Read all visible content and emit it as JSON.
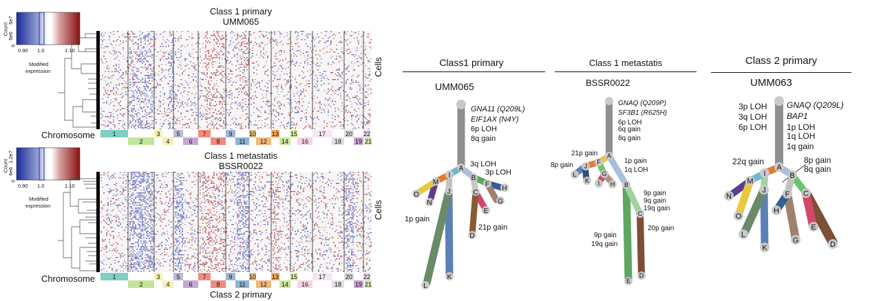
{
  "panels": [
    {
      "title_line1": "Class 1 primary",
      "title_line2": "UMM065",
      "colorbar": {
        "y_axis_title": "Count",
        "y_ticks": [
          "5e7",
          "5e6",
          "0"
        ],
        "x_ticks": [
          "0.90",
          "1.0",
          "1.10"
        ],
        "x_label_1": "Modified",
        "x_label_2": "expression"
      },
      "y_label": "Cells",
      "x_label": "Chromosome"
    },
    {
      "title_line1": "Class 1 metastatis",
      "title_line2": "BSSR0022",
      "colorbar": {
        "y_axis_title": "Count",
        "y_ticks": [
          "1.2e7",
          "6e6",
          "0"
        ],
        "x_ticks": [
          "0.90",
          "1.0",
          "1.10"
        ],
        "x_label_1": "Modified",
        "x_label_2": "expression"
      },
      "y_label": "Cells",
      "x_label": "Chromosome",
      "footer": "Class 2 primary"
    }
  ],
  "chromosomes": {
    "top_row": [
      "1",
      "3",
      "5",
      "7",
      "9",
      "10",
      "13",
      "15",
      "17",
      "20",
      "22"
    ],
    "bottom_row": [
      "2",
      "4",
      "6",
      "8",
      "11",
      "12",
      "14",
      "16",
      "18",
      "19",
      "21"
    ]
  },
  "trees": [
    {
      "title": "Class1 primary",
      "sample": "UMM065",
      "root_labels": [
        "GNA11 (Q209L)",
        "EIF1AX (N4Y)",
        "6p LOH",
        "8q gain"
      ],
      "branch_labels": [
        "3q LOH",
        "3p LOH",
        "1p gain",
        "21p gain"
      ],
      "nodes": [
        "A",
        "B",
        "C",
        "D",
        "E",
        "F",
        "G",
        "H",
        "I",
        "J",
        "K",
        "L",
        "M",
        "N",
        "O"
      ]
    },
    {
      "title": "Class 1 metastatis",
      "sample": "BSSR0022",
      "root_labels": [
        "GNAQ (Q209P)",
        "SF3B1 (R625H)",
        "6p LOH",
        "6q gain",
        "8q gain"
      ],
      "branch_labels": [
        "21p gain",
        "8p gain",
        "1p gain",
        "1q LOH",
        "9p gain",
        "9q gain",
        "19q gain",
        "20p gain",
        "9p gain",
        "19q gain"
      ],
      "nodes": [
        "A",
        "B",
        "C",
        "D",
        "E",
        "F",
        "G",
        "H",
        "I",
        "J",
        "K",
        "L"
      ]
    },
    {
      "title": "Class 2 primary",
      "sample": "UMM063",
      "left_labels": [
        "3p LOH",
        "3q LOH",
        "6p LOH"
      ],
      "root_labels": [
        "GNAQ (Q209L)",
        "BAP1",
        "1p LOH",
        "1q LOH",
        "1q gain"
      ],
      "branch_labels": [
        "22q gain",
        "8p gain",
        "8q gain"
      ],
      "nodes": [
        "A",
        "B",
        "C",
        "D",
        "E",
        "F",
        "G",
        "H",
        "I",
        "J",
        "K",
        "L",
        "M",
        "N",
        "O"
      ]
    }
  ]
}
